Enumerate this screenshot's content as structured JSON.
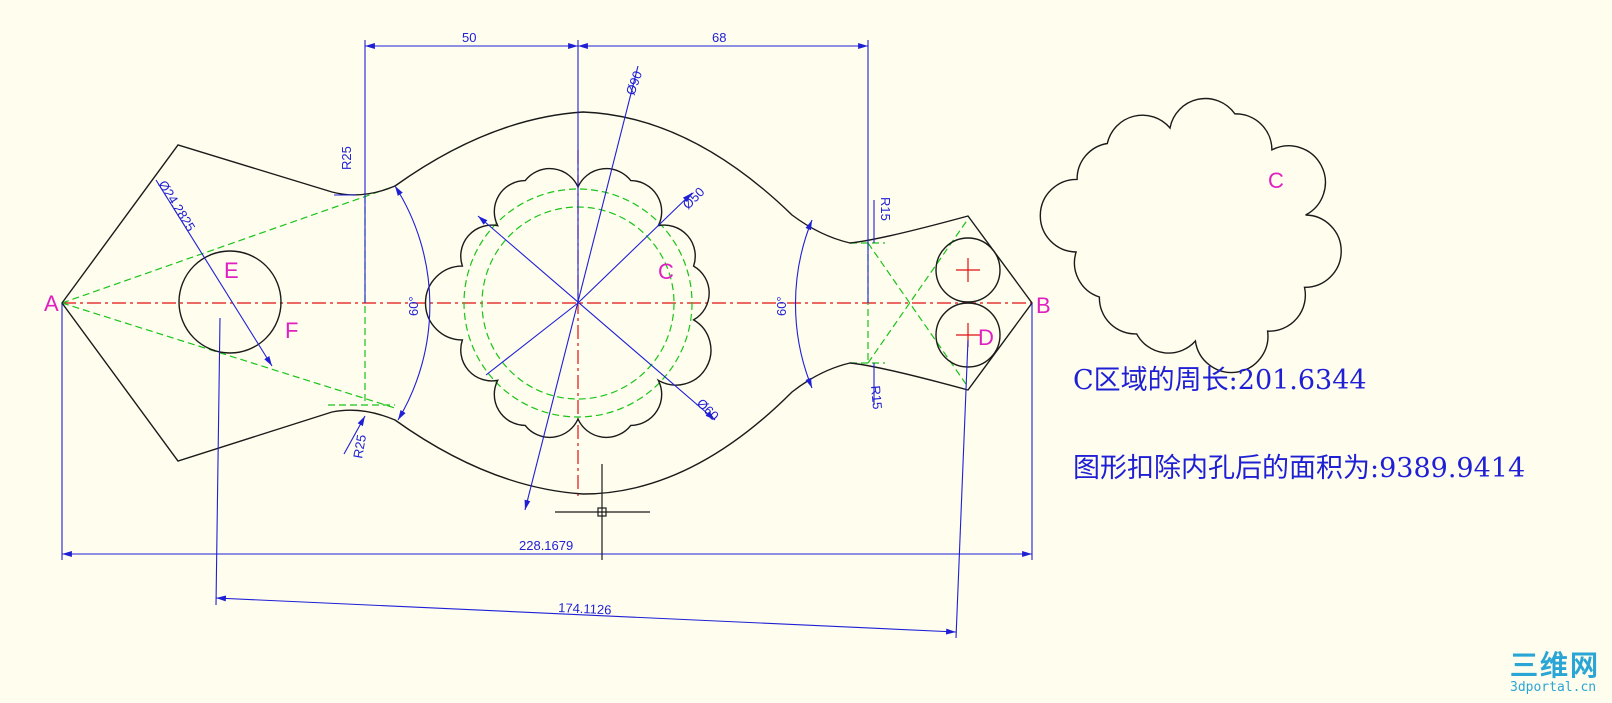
{
  "points": {
    "A": "A",
    "B": "B",
    "C": "C",
    "D": "D",
    "E": "E",
    "F": "F"
  },
  "dimensions": {
    "d50": "50",
    "d68": "68",
    "dia90": "Ø90",
    "dia50": "Ø50",
    "dia60": "Ø60",
    "dia24": "Ø24.2825",
    "r25_top": "R25",
    "r25_bottom": "R25",
    "r15_top": "R15",
    "r15_bottom": "R15",
    "angle_left": "60°",
    "angle_right": "60°",
    "total_length": "228.1679",
    "diag_length": "174.1126"
  },
  "detail_label": "C",
  "results": {
    "perimeter_label": "C区域的周长:",
    "perimeter_value": "201.6344",
    "area_label": "图形扣除内孔后的面积为:",
    "area_value": "9389.9414"
  },
  "watermark": {
    "main": "三维网",
    "sub": "3dportal.cn"
  },
  "colors": {
    "background": "#fefdee",
    "outline": "#1a1a1a",
    "dimension": "#1f1fd6",
    "construction": "#19c419",
    "centerline": "#e01010",
    "label": "#e020c0"
  }
}
